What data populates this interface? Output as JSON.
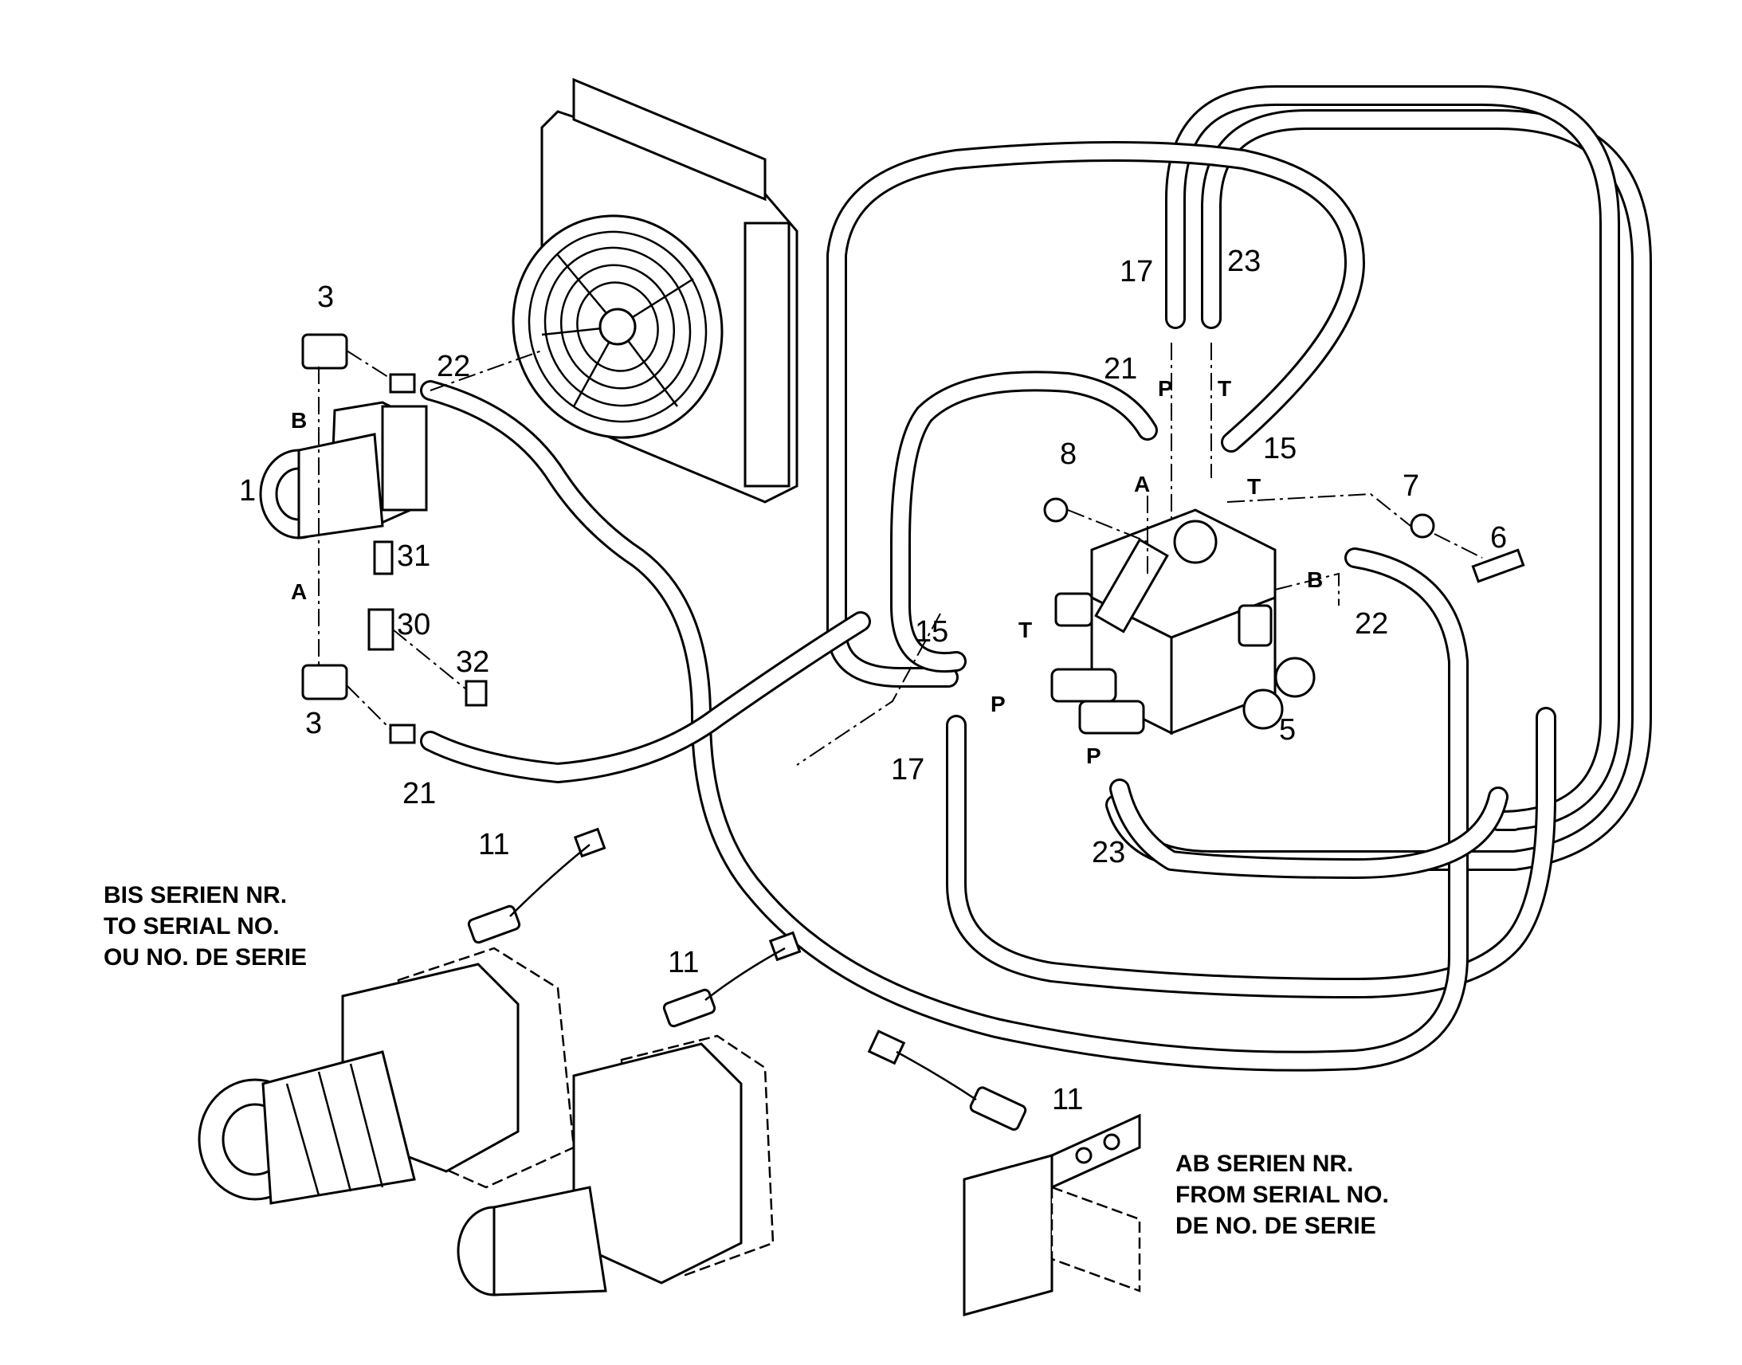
{
  "part_labels": {
    "n1": "1",
    "n3a": "3",
    "n3b": "3",
    "n5": "5",
    "n6": "6",
    "n7": "7",
    "n8": "8",
    "n11a": "11",
    "n11b": "11",
    "n11c": "11",
    "n15a": "15",
    "n15b": "15",
    "n17a": "17",
    "n17b": "17",
    "n21a": "21",
    "n21b": "21",
    "n22a": "22",
    "n22b": "22",
    "n23a": "23",
    "n23b": "23",
    "n30": "30",
    "n31": "31",
    "n32": "32"
  },
  "port_labels": {
    "pB1": "B",
    "pA1": "A",
    "pP1": "P",
    "pT1": "T",
    "pA2": "A",
    "pT2": "T",
    "pB2": "B",
    "pT3": "T",
    "pP2": "P",
    "pP3": "P"
  },
  "notes": {
    "before_serial": [
      "BIS SERIEN NR.",
      "TO SERIAL NO.",
      "OU NO. DE SERIE"
    ],
    "after_serial": [
      "AB SERIEN NR.",
      "FROM SERIAL NO.",
      "DE NO. DE SERIE"
    ]
  }
}
